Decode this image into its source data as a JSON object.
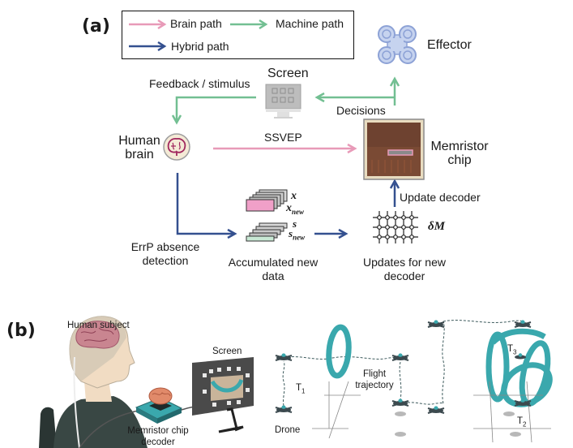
{
  "panel_a": {
    "label": "(a)",
    "legend": {
      "items": [
        {
          "label": "Brain path",
          "color": "#e89ab8"
        },
        {
          "label": "Machine path",
          "color": "#72bf92"
        },
        {
          "label": "Hybrid path",
          "color": "#34508f"
        }
      ]
    },
    "nodes": {
      "effector": "Effector",
      "screen": "Screen",
      "feedback": "Feedback / stimulus",
      "decisions": "Decisions",
      "human_brain_line1": "Human",
      "human_brain_line2": "brain",
      "ssvep": "SSVEP",
      "memristor_line1": "Memristor",
      "memristor_line2": "chip",
      "update_decoder": "Update decoder",
      "errp_line1": "ErrP absence",
      "errp_line2": "detection",
      "accum_line1": "Accumulated new",
      "accum_line2": "data",
      "updates_line1": "Updates for new",
      "updates_line2": "decoder",
      "x_label": "x",
      "x_new_base": "x",
      "x_new_sub": "new",
      "s_label": "s",
      "s_new_base": "s",
      "s_new_sub": "new",
      "delta_m": "δM"
    }
  },
  "panel_b": {
    "label": "(b)",
    "human_subject": "Human subject",
    "screen": "Screen",
    "chip_line1": "Memristor chip",
    "chip_line2": "decoder",
    "flight_line1": "Flight",
    "flight_line2": "trajectory",
    "drone": "Drone",
    "t1": "T",
    "t1_sub": "1",
    "t2": "T",
    "t2_sub": "2",
    "t3": "T",
    "t3_sub": "3"
  },
  "colors": {
    "brain_path": "#e89ab8",
    "machine_path": "#72bf92",
    "hybrid_path": "#34508f",
    "ring": "#3aa8ad",
    "drone": "#3c4a4f"
  }
}
